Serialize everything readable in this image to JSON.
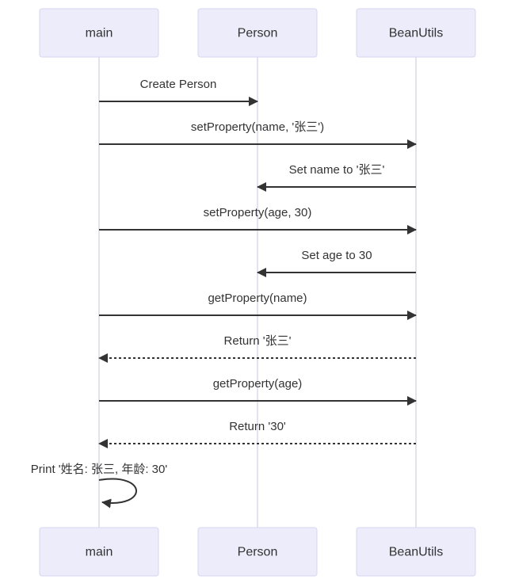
{
  "diagram": {
    "type": "sequence",
    "actors": [
      {
        "id": "main",
        "label": "main"
      },
      {
        "id": "person",
        "label": "Person"
      },
      {
        "id": "beanutils",
        "label": "BeanUtils"
      }
    ],
    "messages": [
      {
        "from": "main",
        "to": "person",
        "label": "Create Person",
        "style": "solid"
      },
      {
        "from": "main",
        "to": "beanutils",
        "label": "setProperty(name, '张三')",
        "style": "solid"
      },
      {
        "from": "beanutils",
        "to": "person",
        "label": "Set name to '张三'",
        "style": "solid"
      },
      {
        "from": "main",
        "to": "beanutils",
        "label": "setProperty(age, 30)",
        "style": "solid"
      },
      {
        "from": "beanutils",
        "to": "person",
        "label": "Set age to 30",
        "style": "solid"
      },
      {
        "from": "main",
        "to": "beanutils",
        "label": "getProperty(name)",
        "style": "solid"
      },
      {
        "from": "beanutils",
        "to": "main",
        "label": "Return '张三'",
        "style": "dashed"
      },
      {
        "from": "main",
        "to": "beanutils",
        "label": "getProperty(age)",
        "style": "solid"
      },
      {
        "from": "beanutils",
        "to": "main",
        "label": "Return '30'",
        "style": "dashed"
      },
      {
        "from": "main",
        "to": "main",
        "label": "Print '姓名: 张三, 年龄: 30'",
        "style": "self"
      }
    ],
    "colors": {
      "actor_fill": "#ECECFA",
      "actor_border": "#D6D6F0",
      "lifeline": "#C9C5DE",
      "arrow": "#333333",
      "text": "#333333",
      "background": "#FFFFFF"
    }
  }
}
